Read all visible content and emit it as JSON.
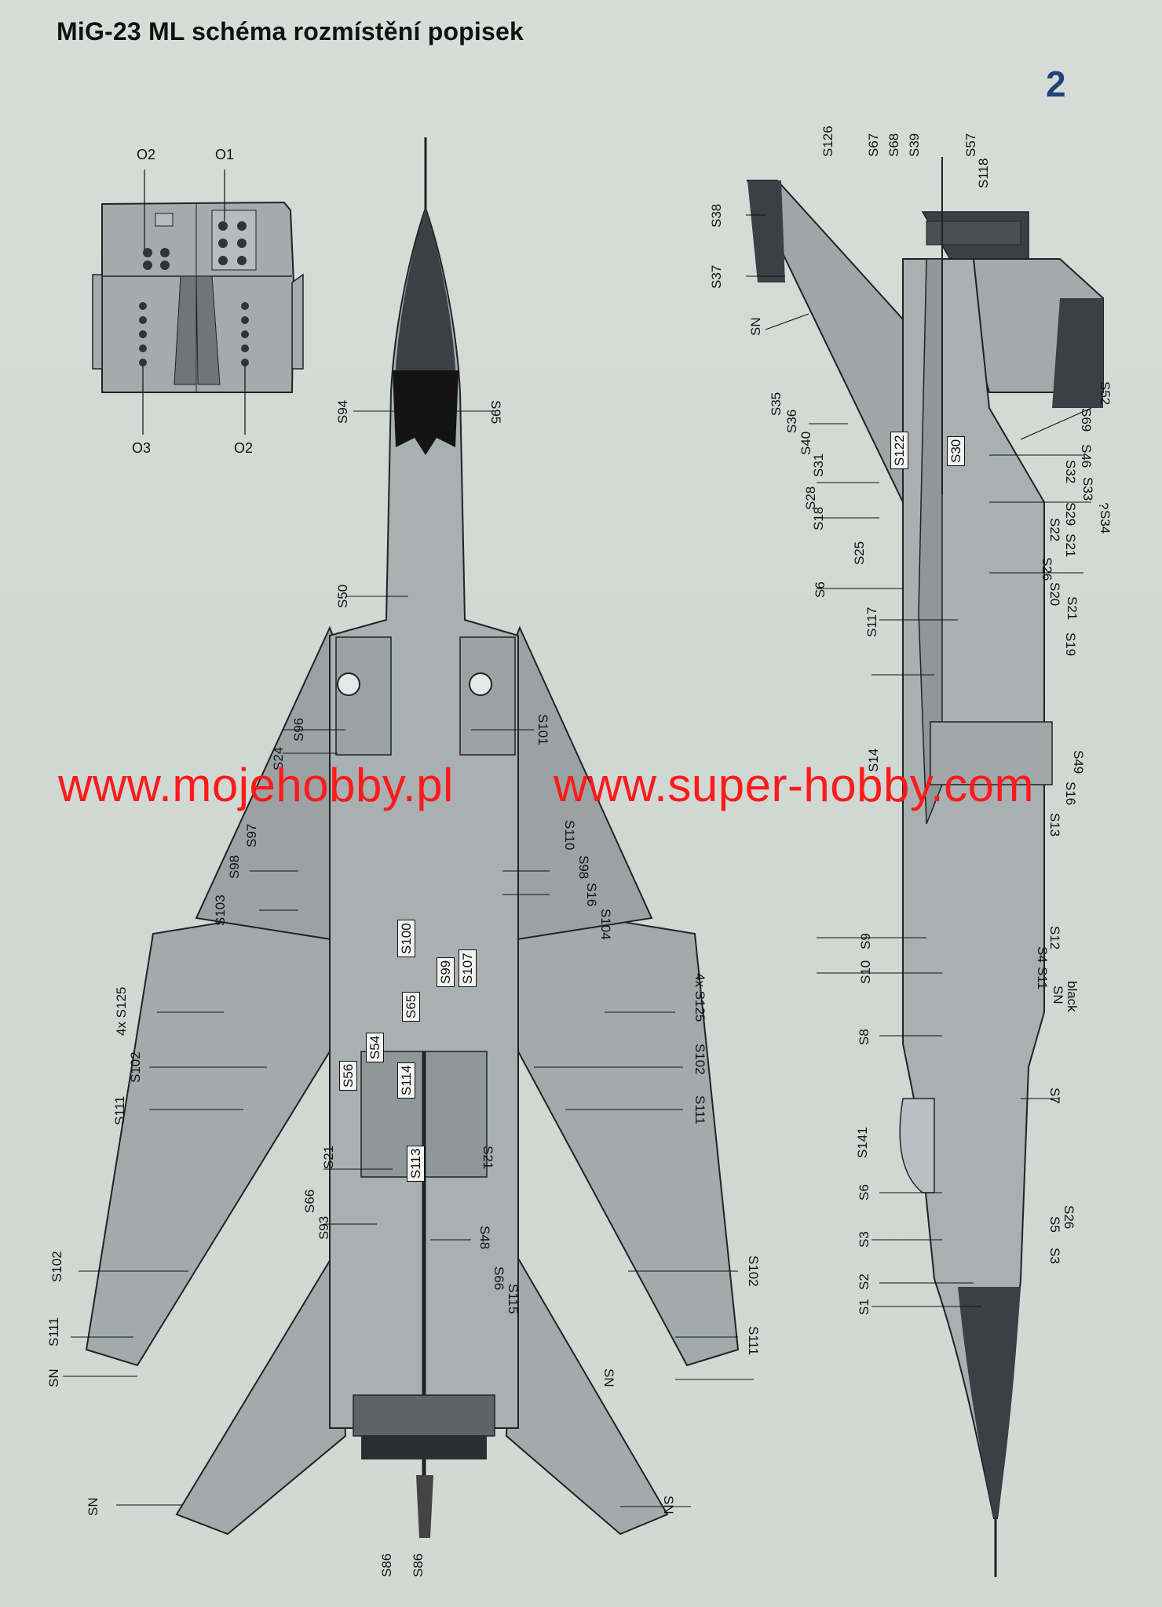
{
  "title": "MiG-23 ML schéma rozmístění popisek",
  "page_number": "2",
  "watermarks": [
    "www.mojehobby.pl",
    "www.super-hobby.com"
  ],
  "inset": {
    "labels": [
      "O2",
      "O1",
      "O3",
      "O2"
    ]
  },
  "bottom_view": {
    "labels": [
      "S94",
      "S95",
      "S50",
      "S96",
      "S101",
      "S24",
      "S97",
      "S98",
      "S110",
      "S98",
      "S103",
      "S16",
      "S100",
      "S104",
      "S99",
      "S107",
      "4x S125",
      "4x S125",
      "S65",
      "S102",
      "S56",
      "S54",
      "S102",
      "S114",
      "S111",
      "S111",
      "S21",
      "S113",
      "S21",
      "S66",
      "S93",
      "S48",
      "S66",
      "S115",
      "S102",
      "S102",
      "S111",
      "S111",
      "SN",
      "SN",
      "SN",
      "SN",
      "S86",
      "S86"
    ]
  },
  "side_view": {
    "labels": [
      "S126",
      "S67",
      "S68",
      "S39",
      "S57",
      "S118",
      "S38",
      "S37",
      "SN",
      "S35",
      "S36",
      "S40",
      "S31",
      "S122",
      "S30",
      "S52",
      "S69",
      "S46",
      "S32",
      "S33",
      "?",
      "S34",
      "S28",
      "S18",
      "S29",
      "S22",
      "S21",
      "S25",
      "S26",
      "S6",
      "S20",
      "S21",
      "S117",
      "S19",
      "S14",
      "S49",
      "S16",
      "S13",
      "S9",
      "S12",
      "S4",
      "S10",
      "S11",
      "SN",
      "black",
      "S8",
      "S7",
      "S141",
      "S6",
      "S5",
      "S26",
      "S3",
      "S3",
      "S2",
      "S1"
    ]
  },
  "colors": {
    "watermark": "#ff1a1a",
    "page_number": "#23417a",
    "airframe": "#9ea6a8",
    "radome": "#3b3f46"
  }
}
